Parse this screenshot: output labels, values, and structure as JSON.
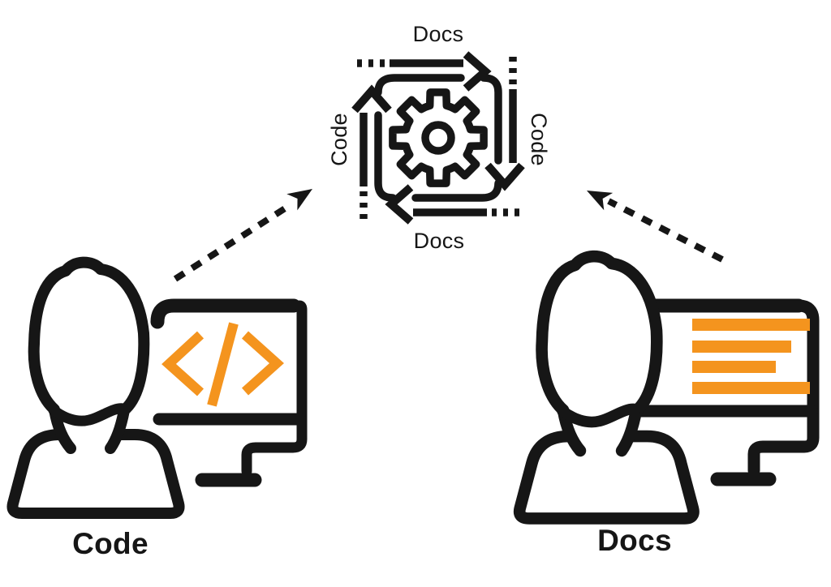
{
  "colors": {
    "ink": "#161616",
    "accent": "#F4941E",
    "background": "#FFFFFF"
  },
  "center_cycle": {
    "top_label": "Docs",
    "right_label": "Code",
    "bottom_label": "Docs",
    "left_label": "Code"
  },
  "left_actor": {
    "caption": "Code"
  },
  "right_actor": {
    "caption": "Docs"
  }
}
